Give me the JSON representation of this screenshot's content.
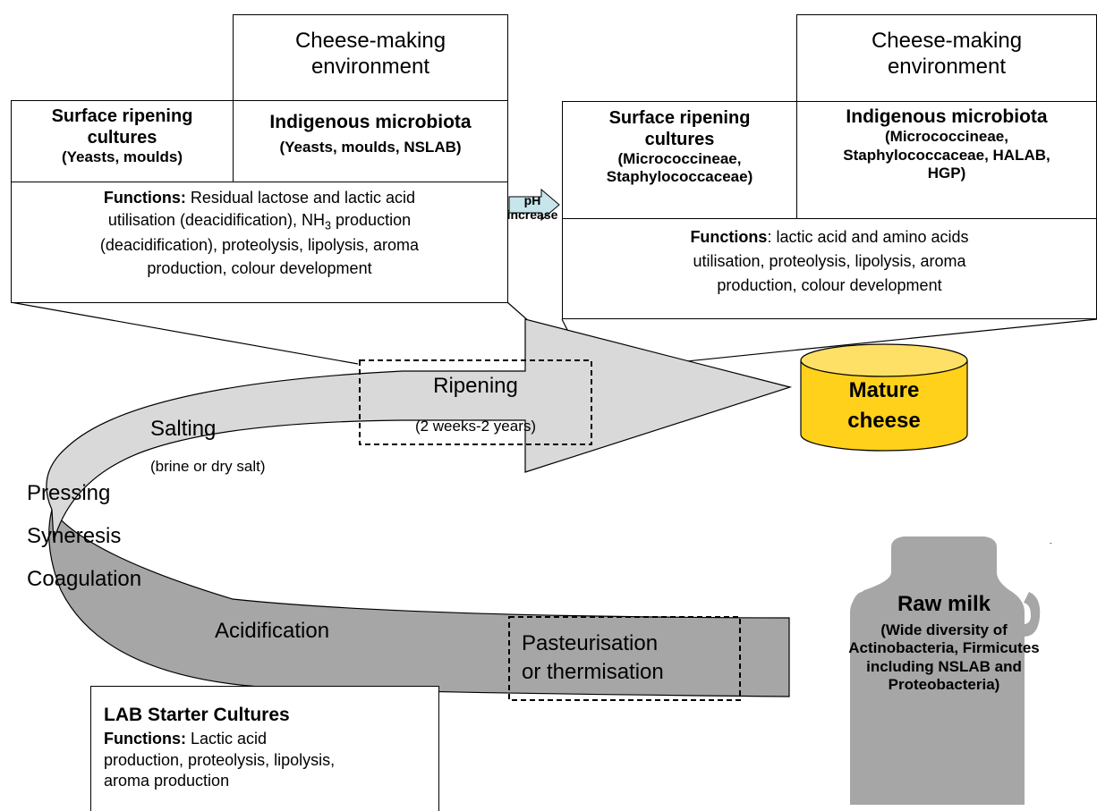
{
  "left_panel": {
    "env_title_1": "Cheese-making",
    "env_title_2": "environment",
    "surface_title_1": "Surface ripening",
    "surface_title_2": "cultures",
    "surface_sub": "(Yeasts, moulds)",
    "indig_title": "Indigenous microbiota",
    "indig_sub": "(Yeasts, moulds, NSLAB)",
    "functions_label": "Functions:",
    "functions_text_1": " Residual lactose and lactic acid",
    "functions_text_2": "utilisation (deacidification), NH",
    "functions_sub": "3",
    "functions_text_3": " production",
    "functions_text_4": "(deacidification), proteolysis, lipolysis, aroma",
    "functions_text_5": "production, colour development"
  },
  "ph_arrow": {
    "line1": "pH",
    "line2": "increase"
  },
  "right_panel": {
    "env_title_1": "Cheese-making",
    "env_title_2": "environment",
    "surface_title_1": "Surface ripening",
    "surface_title_2": "cultures",
    "surface_sub_1": "(Micrococcineae,",
    "surface_sub_2": "Staphylococcaceae)",
    "indig_title": "Indigenous microbiota",
    "indig_sub_1": "(Micrococcineae,",
    "indig_sub_2": "Staphylococcaceae, HALAB,",
    "indig_sub_3": "HGP)",
    "functions_label": "Functions",
    "functions_text_1": ": lactic acid and amino acids",
    "functions_text_2": "utilisation, proteolysis, lipolysis, aroma",
    "functions_text_3": "production, colour development"
  },
  "process": {
    "ripening": "Ripening",
    "ripening_time": "(2 weeks-2 years)",
    "salting": "Salting",
    "salting_sub": "(brine or dry salt)",
    "pressing": "Pressing",
    "syneresis": "Syneresis",
    "coagulation": "Coagulation",
    "acidification": "Acidification",
    "pasteurisation_1": "Pasteurisation",
    "pasteurisation_2": "or thermisation"
  },
  "mature_cheese": {
    "line1": "Mature",
    "line2": "cheese"
  },
  "raw_milk": {
    "title": "Raw milk",
    "line1": "(Wide diversity of",
    "line2": "Actinobacteria, Firmicutes",
    "line3": "including NSLAB and",
    "line4": "Proteobacteria)"
  },
  "lab_box": {
    "title": "LAB Starter Cultures",
    "functions_label": "Functions:",
    "functions_text_1": " Lactic acid",
    "functions_text_2": "production, proteolysis, lipolysis,",
    "functions_text_3": "aroma production"
  },
  "colors": {
    "arrow_light": "#d9d9d9",
    "arrow_dark": "#a6a6a6",
    "cheese": "#ffd11a",
    "cheese_top": "#ffe066",
    "milk_can": "#a6a6a6",
    "ph_arrow": "#c6e6ec"
  }
}
